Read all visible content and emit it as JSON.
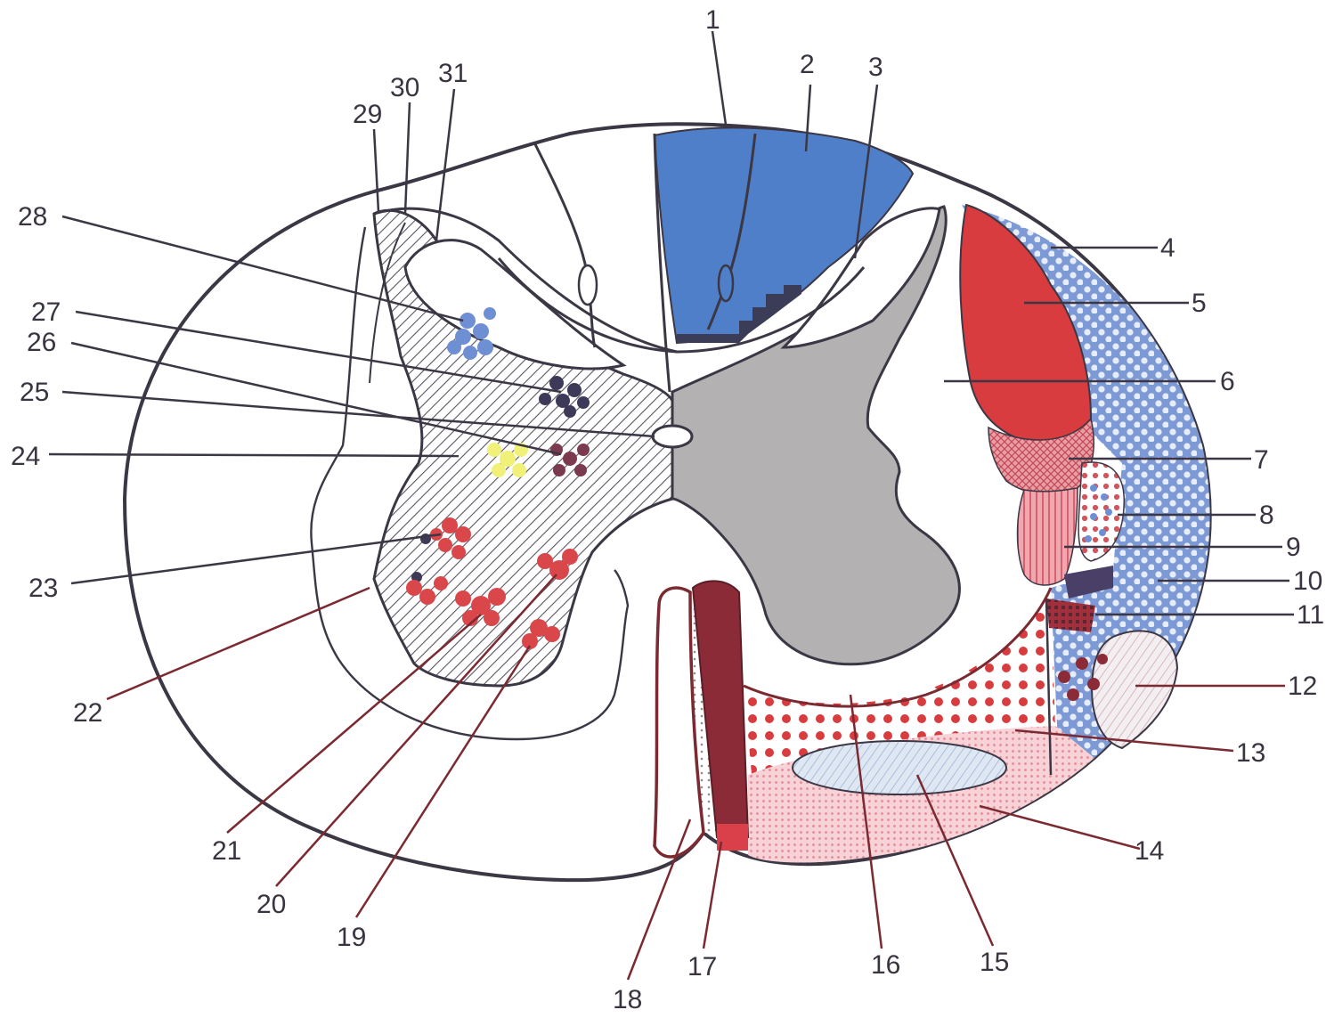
{
  "colors": {
    "outline_dark": "#3c3744",
    "outline_red": "#7a2a30",
    "blue": "#4f7fc8",
    "blue_light": "#9fb8e6",
    "red": "#d83c3e",
    "red_light": "#e98b94",
    "pink": "#f2c3c9",
    "gray_matter": "#b3b1b2",
    "hatch": "#5a5560",
    "nucleus_blue": "#6e8fd4",
    "nucleus_dark": "#3c3a58",
    "nucleus_maroon": "#7b3a4e",
    "nucleus_yellow": "#f1f17a",
    "nucleus_red": "#d9474b",
    "maroon_band": "#8c2b38"
  },
  "labels": [
    {
      "id": "1",
      "text": "1"
    },
    {
      "id": "2",
      "text": "2"
    },
    {
      "id": "3",
      "text": "3"
    },
    {
      "id": "4",
      "text": "4"
    },
    {
      "id": "5",
      "text": "5"
    },
    {
      "id": "6",
      "text": "6"
    },
    {
      "id": "7",
      "text": "7"
    },
    {
      "id": "8",
      "text": "8"
    },
    {
      "id": "9",
      "text": "9"
    },
    {
      "id": "10",
      "text": "10"
    },
    {
      "id": "11",
      "text": "11"
    },
    {
      "id": "12",
      "text": "12"
    },
    {
      "id": "13",
      "text": "13"
    },
    {
      "id": "14",
      "text": "14"
    },
    {
      "id": "15",
      "text": "15"
    },
    {
      "id": "16",
      "text": "16"
    },
    {
      "id": "17",
      "text": "17"
    },
    {
      "id": "18",
      "text": "18"
    },
    {
      "id": "19",
      "text": "19"
    },
    {
      "id": "20",
      "text": "20"
    },
    {
      "id": "21",
      "text": "21"
    },
    {
      "id": "22",
      "text": "22"
    },
    {
      "id": "23",
      "text": "23"
    },
    {
      "id": "24",
      "text": "24"
    },
    {
      "id": "25",
      "text": "25"
    },
    {
      "id": "26",
      "text": "26"
    },
    {
      "id": "27",
      "text": "27"
    },
    {
      "id": "28",
      "text": "28"
    },
    {
      "id": "29",
      "text": "29"
    },
    {
      "id": "30",
      "text": "30"
    },
    {
      "id": "31",
      "text": "31"
    }
  ]
}
